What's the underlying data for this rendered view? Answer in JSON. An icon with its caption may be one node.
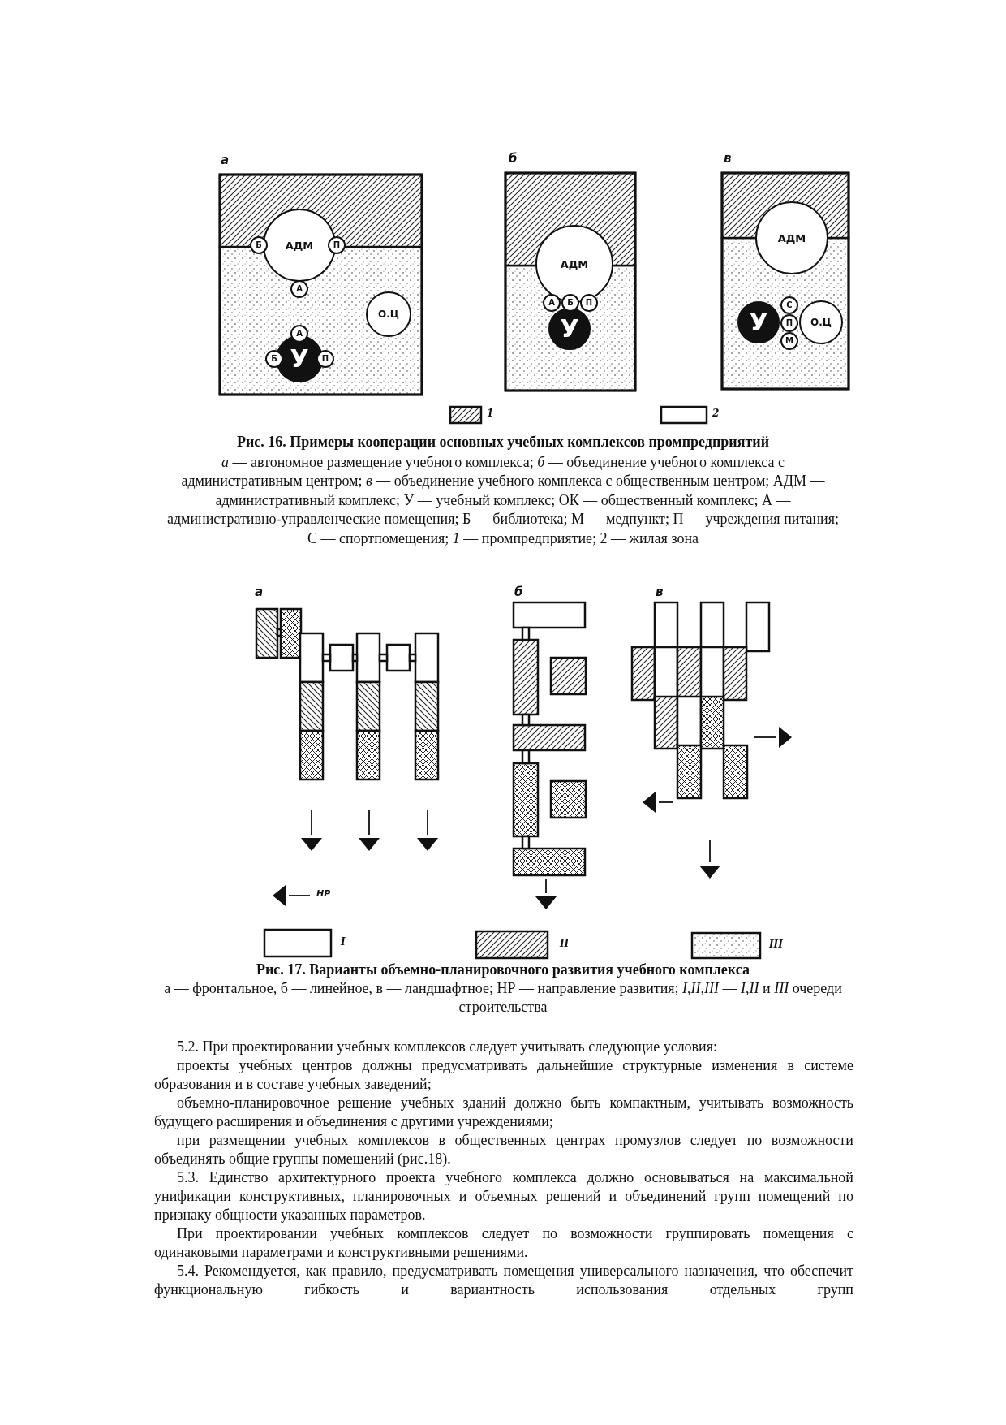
{
  "diagram": {
    "nodes": [
      {
        "text": [
          "АДМ"
        ]
      },
      {
        "text": [
          "Б"
        ]
      },
      {
        "text": [
          "П"
        ]
      },
      {
        "text": [
          "А"
        ]
      },
      {
        "text": [
          "О.Ц"
        ]
      },
      {
        "text": [
          "У"
        ]
      },
      {
        "text": [
          "А"
        ]
      },
      {
        "text": [
          "Б"
        ]
      },
      {
        "text": [
          "П"
        ]
      },
      {
        "text": [
          "АДМ"
        ]
      },
      {
        "text": [
          "А"
        ]
      },
      {
        "text": [
          "Б"
        ]
      },
      {
        "text": [
          "П"
        ]
      },
      {
        "text": [
          "У"
        ]
      },
      {
        "text": [
          "АДМ"
        ]
      },
      {
        "text": [
          "У"
        ]
      },
      {
        "text": [
          "С"
        ]
      },
      {
        "text": [
          "П"
        ]
      },
      {
        "text": [
          "М"
        ]
      },
      {
        "text": [
          "О.Ц"
        ]
      }
    ],
    "edges": [],
    "labels": [
      "а",
      "б",
      "в",
      "Рис. 16. Примеры кооперации основных учебных комплексов промпредприятий",
      "*а* — автономное размещение учебного комплекса; *б* — объединение учебного комплекса с административным центром; *в* — объединение учебного комплекса с общественным центром; АДМ — административный комплекс; У — учебный комплекс; ОК — общественный комплекс; А — административно-управленческие помещения; Б — библиотека; М — медпункт; П — учреждения питания; С — спортпомещения; *1* — промпредприятие; 2 — жилая зона",
      "а",
      "б",
      "в",
      "НР",
      "Рис. 17. Варианты объемно-планировочного развития учебного комплекса",
      "а — фронтальное, б — линейное, в — ландшафтное; НР — направление развития; *I*,*II*,*III* — *I*,*II* и *III* очереди строительства",
      "5.2. При проектировании учебных комплексов следует учитывать следующие условия:",
      "проекты учебных центров должны предусматривать дальнейшие структурные изменения в системе образования и в составе учебных заведений;",
      "объемно-планировочное решение учебных зданий должно быть компактным, учитывать возможность будущего расширения и объединения с другими учреждениями;",
      "при размещении учебных комплексов в общественных центрах промузлов следует по возможности объединять общие группы помещений (рис.18).",
      "5.3. Единство архитектурного проекта учебного комплекса должно основываться на максимальной унификации конструктивных, планировочных и объемных решений и объединений групп помещений по признаку общности указанных параметров.",
      "При проектировании учебных комплексов следует по возможности группировать помещения с одинаковыми параметрами и конструктивными решениями.",
      "5.4. Рекомендуется, как правило, предусматривать помещения универсального назначения, что обеспечит функциональную гибкость и вариантность использования отдельных групп"
    ],
    "legend": [
      {
        "text": "1"
      },
      {
        "text": "2"
      },
      {
        "text": "I"
      },
      {
        "text": "II"
      },
      {
        "text": "III"
      }
    ]
  }
}
